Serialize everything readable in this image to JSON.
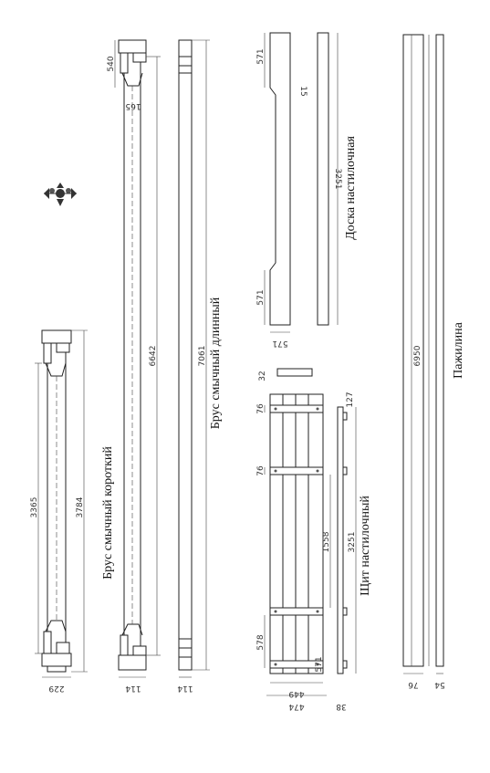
{
  "captions": {
    "short_beam": "Брус смычный короткий",
    "long_beam": "Брус смычный длинный",
    "deck_board": "Доска настилочная",
    "deck_panel": "Щит настилочный",
    "stringer": "Пажилина"
  },
  "short_beam": {
    "dim_inner": "3365",
    "dim_total": "3784",
    "dim_width": "229"
  },
  "long_beam_a": {
    "dim_head": "540",
    "dim_notch": "165",
    "dim_length": "6642",
    "dim_width": "114"
  },
  "long_beam_b": {
    "dim_length": "7061",
    "dim_width": "114"
  },
  "deck_board": {
    "dim_end_top": "571",
    "dim_end_bottom": "571",
    "dim_taper": "571",
    "dim_small": "15",
    "dim_length": "3251"
  },
  "deck_panel": {
    "dim_top_thk": "32",
    "dim_edge": "127",
    "dim_slat1": "76",
    "dim_slat2": "76",
    "dim_span": "1558",
    "dim_length": "3251",
    "dim_bottom": "578",
    "dim_end": "571",
    "dim_width_inner": "449",
    "dim_width_outer": "474",
    "dim_thk": "38"
  },
  "stringer": {
    "dim_length": "6950",
    "dim_w1": "76",
    "dim_w2": "54"
  }
}
